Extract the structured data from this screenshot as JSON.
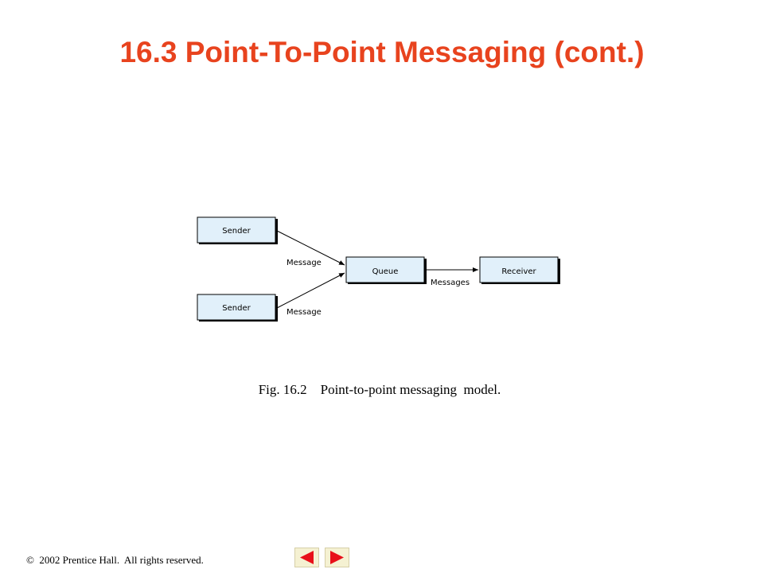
{
  "title": "16.3\tPoint-To-Point Messaging (cont.)",
  "diagram": {
    "nodes": {
      "sender1": "Sender",
      "sender2": "Sender",
      "queue": "Queue",
      "receiver": "Receiver"
    },
    "edges": {
      "sender1_to_queue": "Message",
      "sender2_to_queue": "Message",
      "queue_to_receiver": "Messages"
    }
  },
  "caption": "Fig. 16.2    Point-to-point messaging  model.",
  "footer": {
    "copyright_symbol": "©",
    "text": "  2002 Prentice Hall.  All rights reserved."
  },
  "nav": {
    "accent_color": "#e8101a",
    "prev_icon": "previous-slide-arrow",
    "next_icon": "next-slide-arrow"
  },
  "colors": {
    "title": "#e8431e",
    "box_fill": "#e1f0fa"
  }
}
